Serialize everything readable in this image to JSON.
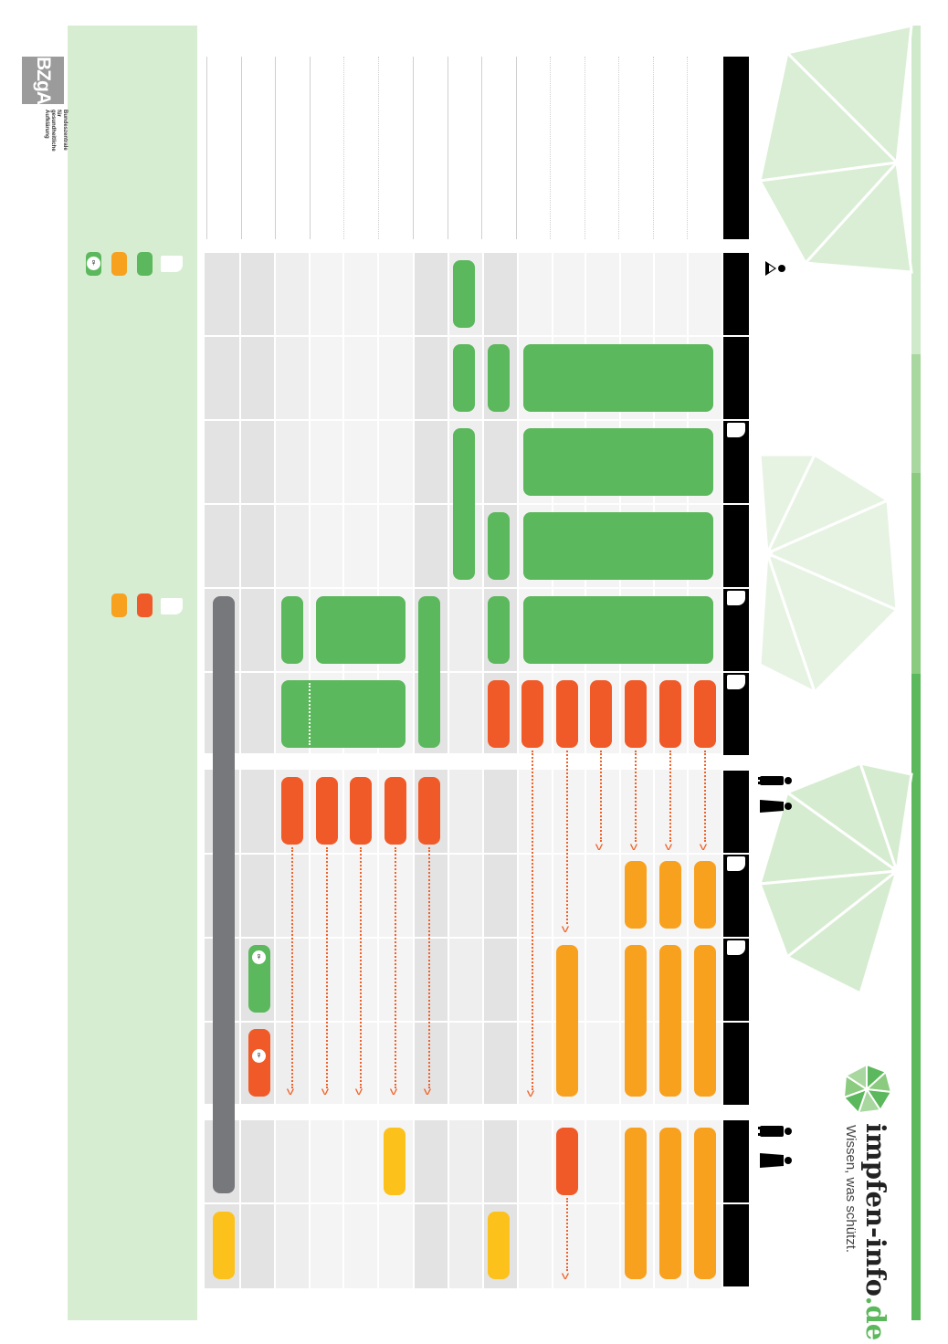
{
  "logo": {
    "acronym": "BZgA",
    "text": "Bundeszentrale\nfür\ngesundheitliche\nAufklärung"
  },
  "brand": {
    "name_main": "impfen-info",
    "name_tld": ".de",
    "slogan": "Wissen, was schützt."
  },
  "sex_marker": "♀",
  "colors": {
    "green": "#5cb85c",
    "orange_red": "#f05a28",
    "orange": "#f7a11f",
    "yellow": "#fcc11b",
    "gray": "#77787b",
    "black": "#000000",
    "panel_green": "#d6edd2"
  },
  "icons": {
    "baby": "baby-icon",
    "child_boy_girl": "child-pair-icon",
    "adult_pair": "adult-pair-icon",
    "female": "female-symbol-icon",
    "flag": "footnote-flag-icon"
  }
}
